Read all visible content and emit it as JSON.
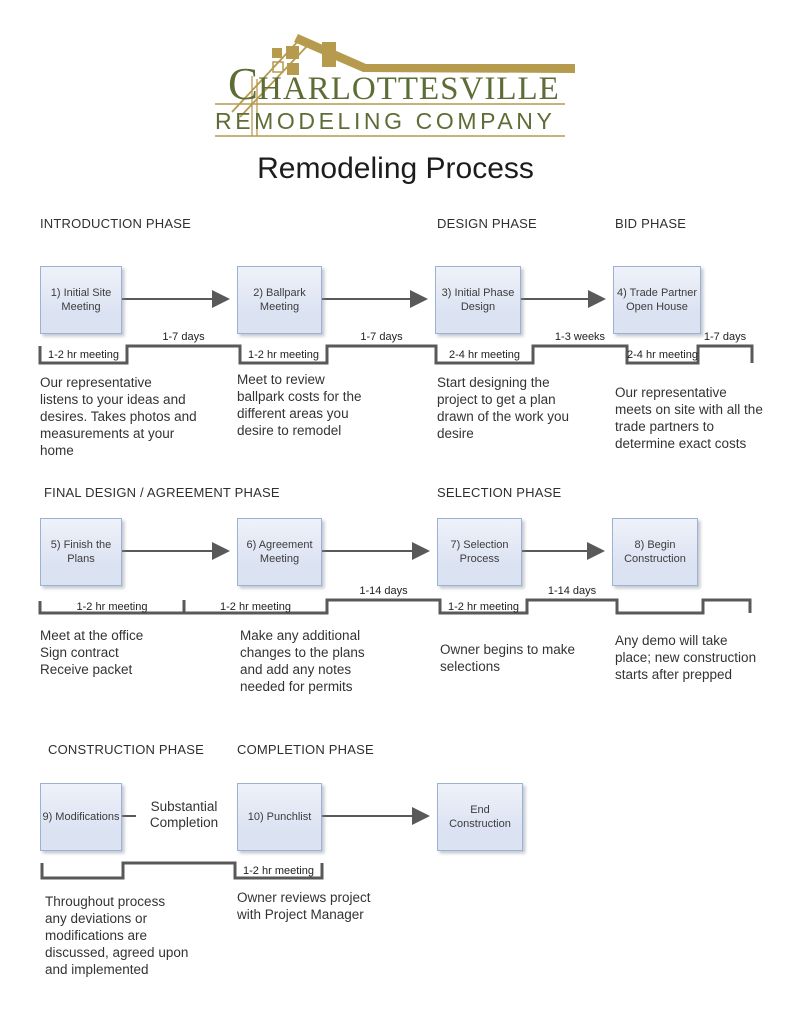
{
  "colors": {
    "logo_green": "#5e6c35",
    "logo_gold": "#b69a4e",
    "box_fill": "#dbe2f2",
    "box_border": "#9db1d3",
    "line": "#595959",
    "text": "#333333"
  },
  "header": {
    "logo_initial": "C",
    "logo_rest": "HARLOTTESVILLE",
    "logo_subtitle": "REMODELING COMPANY",
    "title": "Remodeling Process"
  },
  "rows": [
    {
      "headings": [
        "INTRODUCTION PHASE",
        "DESIGN PHASE",
        "BID PHASE"
      ],
      "boxes": [
        "1) Initial Site\nMeeting",
        "2) Ballpark\nMeeting",
        "3) Initial Phase\nDesign",
        "4) Trade Partner\nOpen House"
      ],
      "descriptions": [
        "Our representative\nlistens to your ideas and\ndesires. Takes photos and\nmeasurements at your\nhome",
        "Meet to review\nballpark costs for the\ndifferent areas you\ndesire to remodel",
        "Start designing the\nproject to get a plan\ndrawn of the work you\ndesire",
        "Our representative\nmeets on site with all the\ntrade partners to\ndetermine exact costs"
      ],
      "durations": [
        "1-7 days",
        "1-7 days",
        "1-3 weeks",
        "1-7 days"
      ],
      "meetings": [
        "1-2 hr meeting",
        "1-2 hr meeting",
        "2-4 hr meeting",
        "2-4 hr meeting"
      ]
    },
    {
      "headings": [
        "FINAL DESIGN / AGREEMENT PHASE",
        "SELECTION PHASE"
      ],
      "boxes": [
        "5) Finish the\nPlans",
        "6) Agreement\nMeeting",
        "7) Selection\nProcess",
        "8) Begin\nConstruction"
      ],
      "descriptions": [
        "Meet at the office\nSign contract\nReceive packet",
        "Make any additional\nchanges to the plans\nand add any notes\nneeded for permits",
        "Owner begins to make\nselections",
        "Any demo will take\nplace; new construction\nstarts after prepped"
      ],
      "durations": [
        "1-14 days",
        "1-14 days"
      ],
      "meetings": [
        "1-2 hr meeting",
        "1-2 hr meeting",
        "1-2 hr meeting"
      ]
    },
    {
      "headings": [
        "CONSTRUCTION PHASE",
        "COMPLETION PHASE"
      ],
      "boxes": [
        "9) Modifications",
        "10) Punchlist",
        "End\nConstruction"
      ],
      "descriptions": [
        "Throughout process\nany deviations or\nmodifications are\ndiscussed, agreed upon\nand implemented",
        "Owner reviews project\nwith Project Manager"
      ],
      "arrow_label": "Substantial\nCompletion",
      "meetings": [
        "1-2 hr meeting"
      ]
    }
  ]
}
